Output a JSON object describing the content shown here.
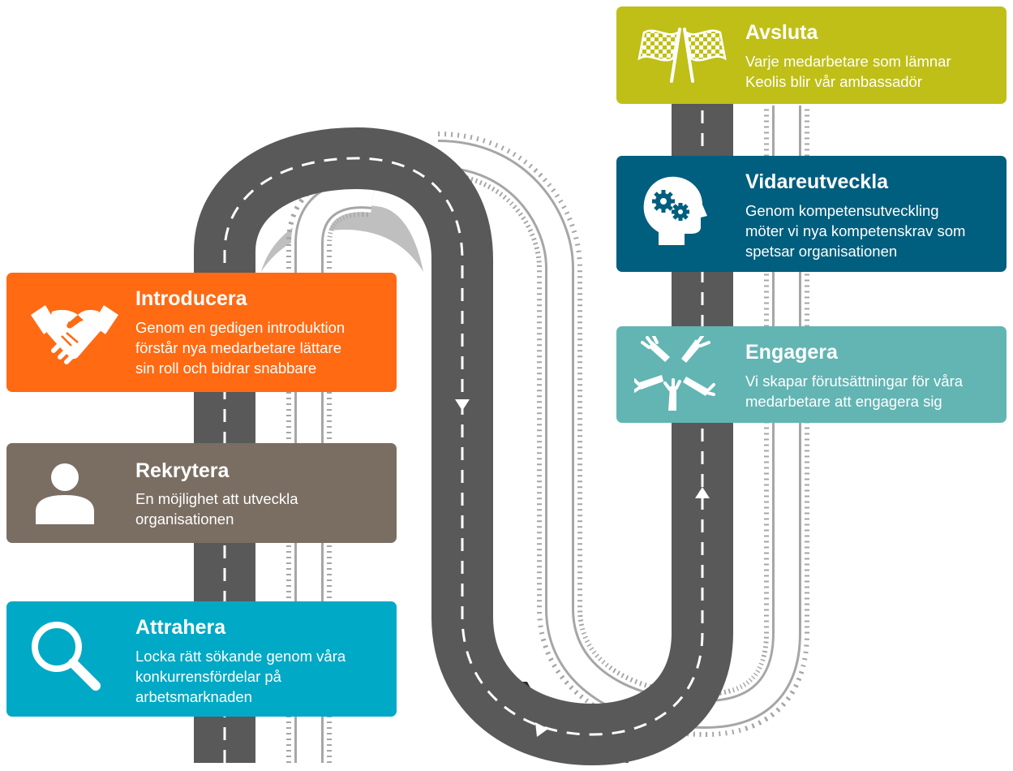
{
  "colors": {
    "road": "#595959",
    "road_shadow": "#2b2b2b",
    "rail": "#a6a6a6",
    "tunnel": "#bfbfbf",
    "lane_marking": "#ffffff"
  },
  "stages": {
    "introducera": {
      "title": "Introducera",
      "description": "Genom en gedigen introduktion\nförstår nya medarbetare lättare\nsin roll och bidrar snabbare",
      "color": "#ff6a13",
      "icon": "handshake-icon"
    },
    "rekrytera": {
      "title": "Rekrytera",
      "description": "En möjlighet att utveckla\norganisationen",
      "color": "#7a6e63",
      "icon": "person-icon"
    },
    "attrahera": {
      "title": "Attrahera",
      "description": "Locka rätt sökande genom våra\nkonkurrensfördelar på\narbetsmarknaden",
      "color": "#00a9c5",
      "icon": "magnifier-icon"
    },
    "avsluta": {
      "title": "Avsluta",
      "description": "Varje medarbetare som lämnar\nKeolis blir vår ambassadör",
      "color": "#bfbf17",
      "icon": "checkered-flags-icon"
    },
    "vidareutveckla": {
      "title": "Vidareutveckla",
      "description": "Genom kompetensutveckling\nmöter vi nya kompetenskrav som\nspetsar organisationen",
      "color": "#005e7e",
      "icon": "head-gears-icon"
    },
    "engagera": {
      "title": "Engagera",
      "description": "Vi skapar förutsättningar för våra\nmedarbetare att engagera sig",
      "color": "#62b5b3",
      "icon": "hands-together-icon"
    }
  }
}
